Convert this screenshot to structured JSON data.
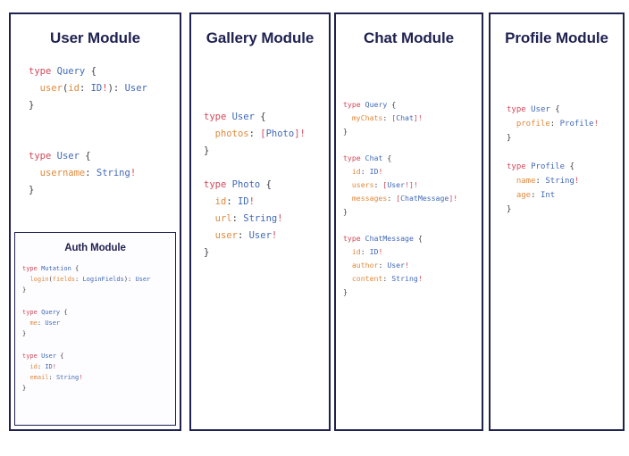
{
  "colors": {
    "border": "#1f2150",
    "title": "#1f2150",
    "keyword": "#d1495b",
    "type_name": "#4169b8",
    "field_name": "#e08a3c",
    "punctuation": "#3c3c46",
    "background": "#ffffff",
    "nested_background": "#fdfdff"
  },
  "panels": {
    "user": {
      "title": "User Module",
      "code": "type Query {\n  user(id: ID!): User\n}\n\n\ntype User {\n  username: String!\n}"
    },
    "auth": {
      "title": "Auth Module",
      "code": "type Mutation {\n  login(fields: LoginFields): User\n}\n\ntype Query {\n  me: User\n}\n\ntype User {\n  id: ID!\n  email: String!\n}"
    },
    "gallery": {
      "title": "Gallery Module",
      "code": "type User {\n  photos: [Photo]!\n}\n\ntype Photo {\n  id: ID!\n  url: String!\n  user: User!\n}"
    },
    "chat": {
      "title": "Chat Module",
      "code": "type Query {\n  myChats: [Chat]!\n}\n\ntype Chat {\n  id: ID!\n  users: [User!]!\n  messages: [ChatMessage]!\n}\n\ntype ChatMessage {\n  id: ID!\n  author: User!\n  content: String!\n}"
    },
    "profile": {
      "title": "Profile Module",
      "code": "type User {\n  profile: Profile!\n}\n\ntype Profile {\n  name: String!\n  age: Int\n}"
    }
  }
}
